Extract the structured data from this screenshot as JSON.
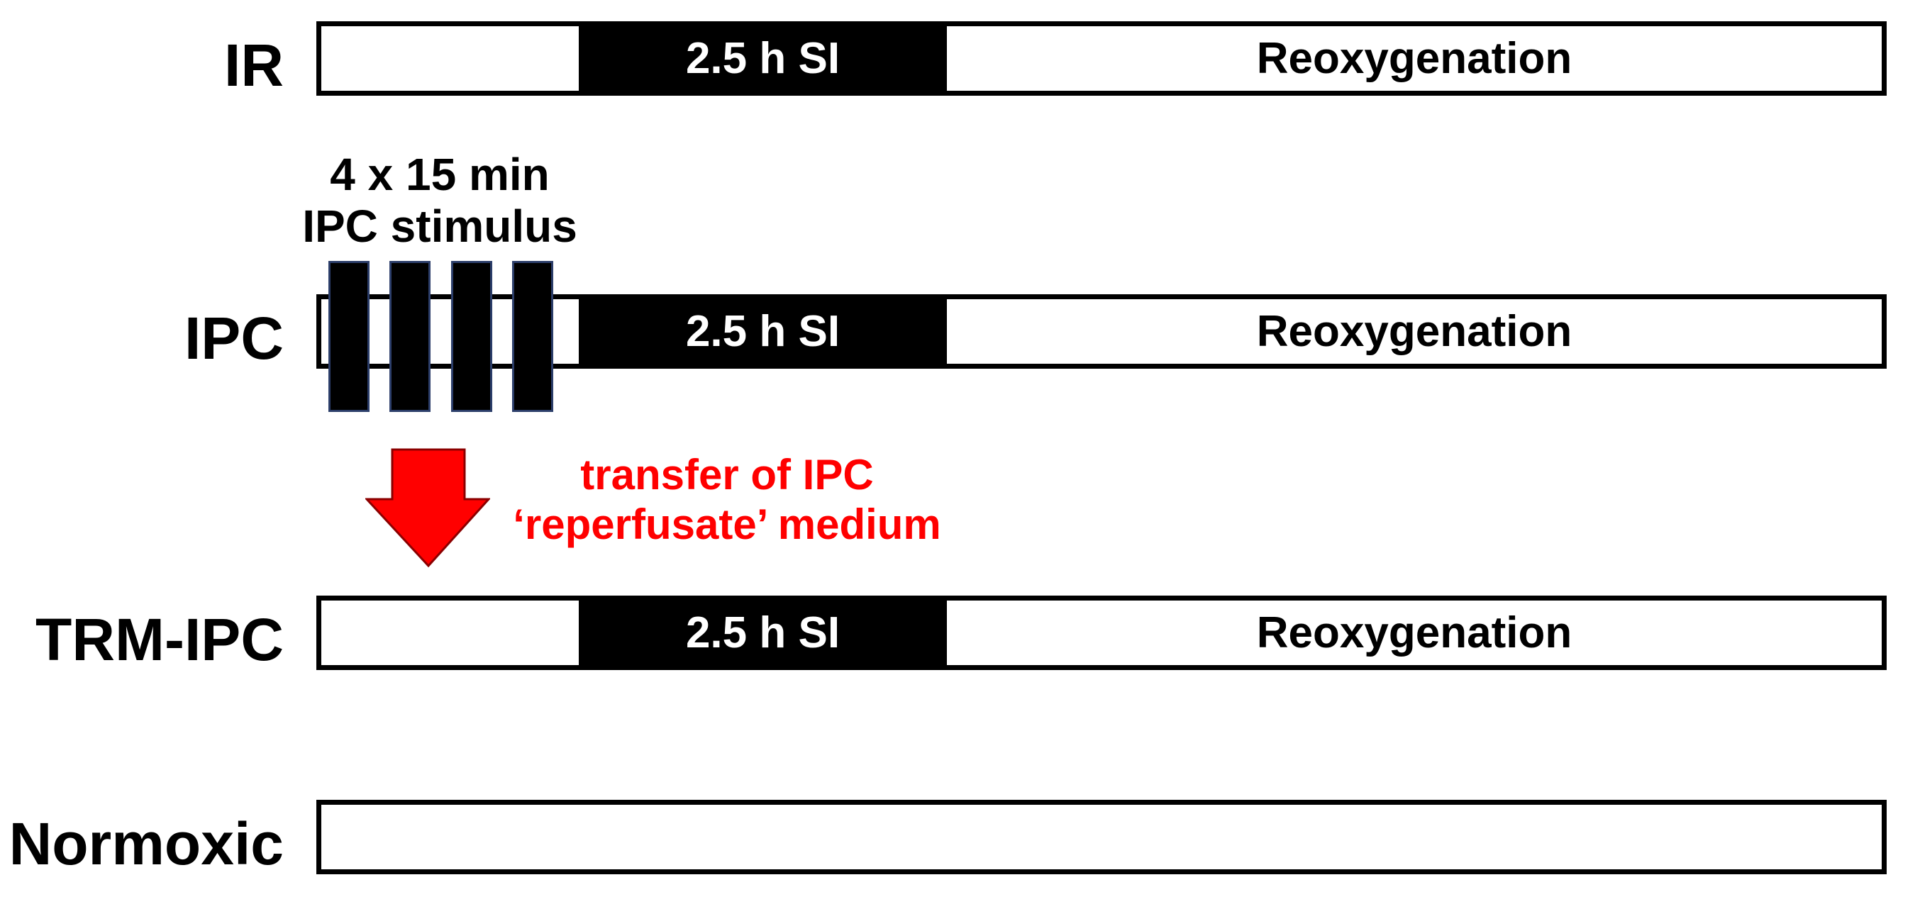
{
  "rows": [
    {
      "label": "IR",
      "si": "2.5 h SI",
      "reox": "Reoxygenation"
    },
    {
      "label": "IPC",
      "si": "2.5 h SI",
      "reox": "Reoxygenation"
    },
    {
      "label": "TRM-IPC",
      "si": "2.5 h SI",
      "reox": "Reoxygenation"
    },
    {
      "label": "Normoxic"
    }
  ],
  "ipc_stimulus": {
    "line1": "4 x 15 min",
    "line2": "IPC stimulus",
    "blocks": 4
  },
  "transfer": {
    "line1": "transfer of IPC",
    "line2": "‘reperfusate’ medium",
    "color": "#ff0000"
  },
  "colors": {
    "arrow_fill": "#ff0000",
    "arrow_stroke": "#8b0000",
    "si_fill": "#000000",
    "stimulus_border": "#2c3e6a"
  }
}
